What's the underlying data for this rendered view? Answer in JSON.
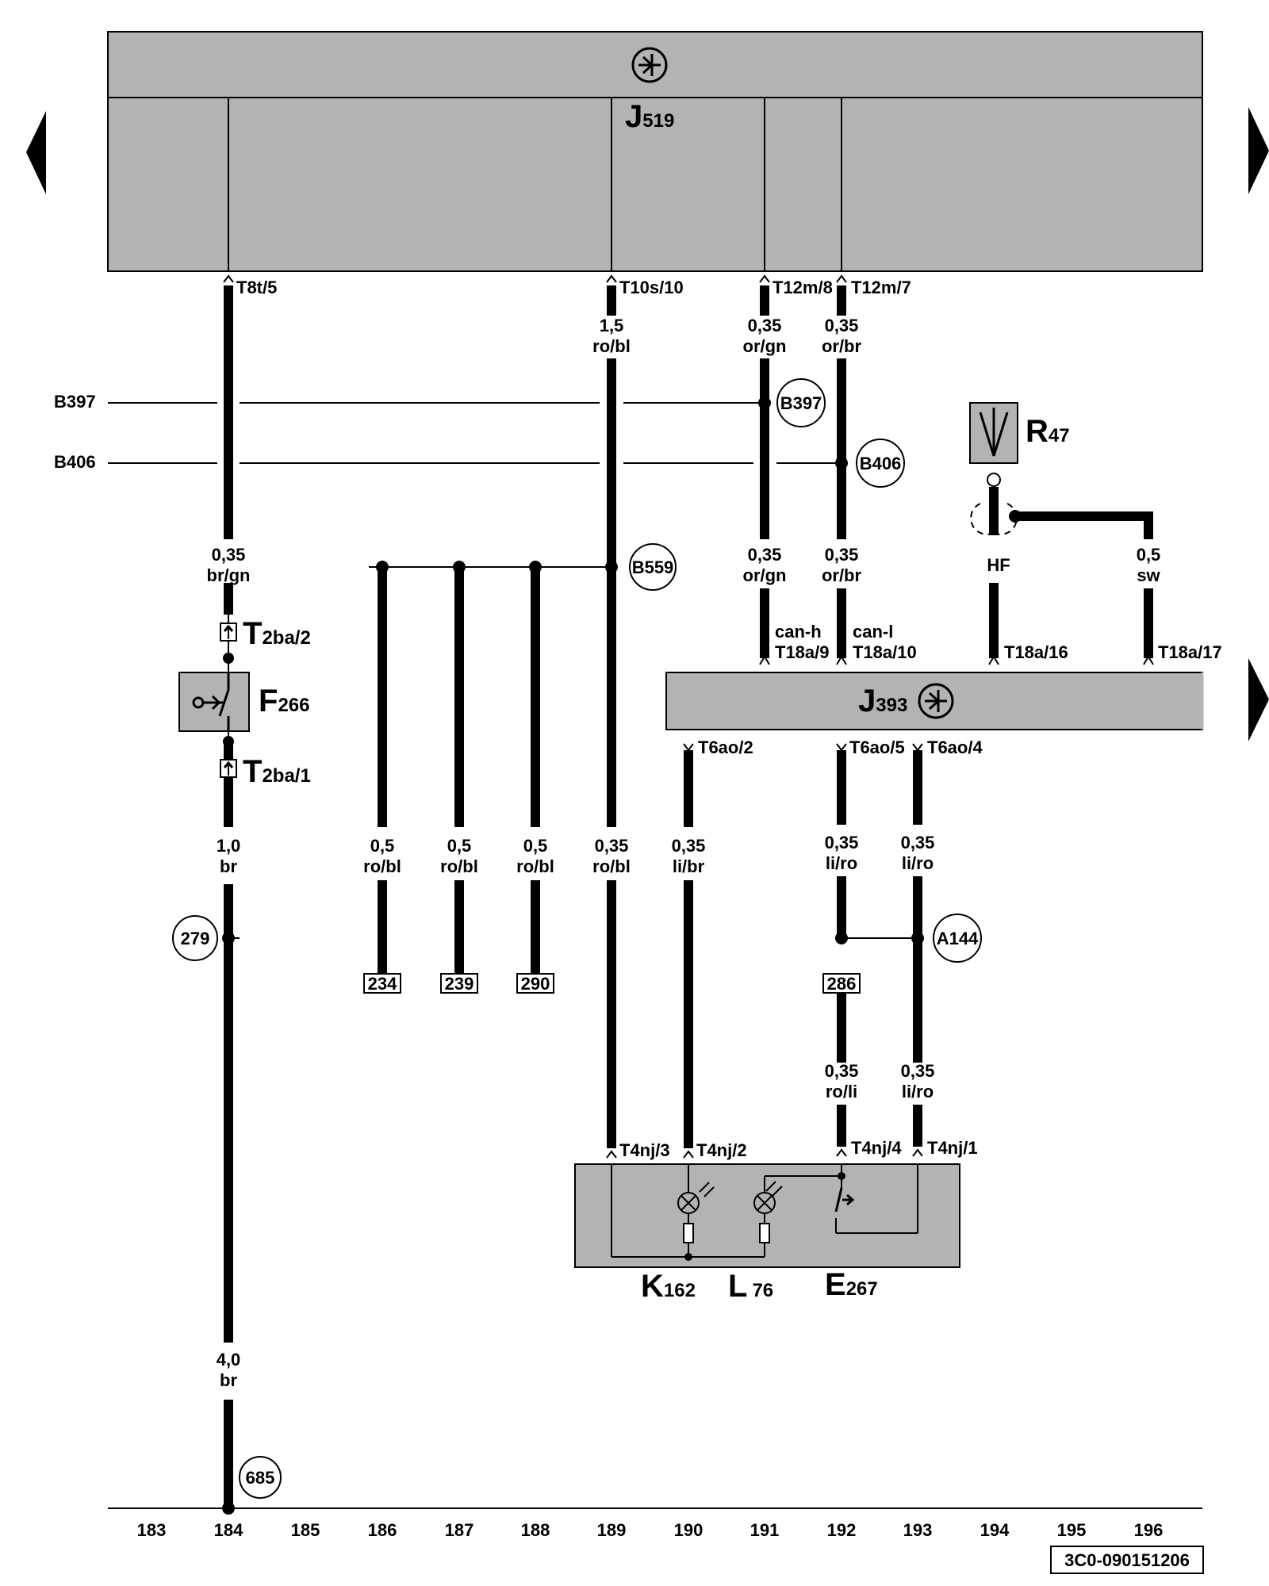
{
  "units": {
    "j519": {
      "letter": "J",
      "sub": "519"
    },
    "j393": {
      "letter": "J",
      "sub": "393"
    },
    "r47": {
      "letter": "R",
      "sub": "47"
    },
    "f266": {
      "letter": "F",
      "sub": "266"
    },
    "k162": {
      "letter": "K",
      "sub": "162"
    },
    "l76": {
      "letter": "L",
      "sub": "76"
    },
    "e267": {
      "letter": "E",
      "sub": "267"
    },
    "t2ba2": {
      "letter": "T",
      "sub": "2ba/2"
    },
    "t2ba1": {
      "letter": "T",
      "sub": "2ba/1"
    }
  },
  "bus_labels": {
    "b397": "B397",
    "b406": "B406"
  },
  "pins": {
    "t8t5": "T8t/5",
    "t10s10": "T10s/10",
    "t12m8": "T12m/8",
    "t12m7": "T12m/7",
    "t18a9": "T18a/9",
    "t18a10": "T18a/10",
    "t18a16": "T18a/16",
    "t18a17": "T18a/17",
    "t6ao2": "T6ao/2",
    "t6ao5": "T6ao/5",
    "t6ao4": "T6ao/4",
    "t4nj3": "T4nj/3",
    "t4nj2": "T4nj/2",
    "t4nj4": "T4nj/4",
    "t4nj1": "T4nj/1"
  },
  "signals": {
    "canh": "can-h",
    "canl": "can-l"
  },
  "wires": {
    "w184a": {
      "size": "0,35",
      "color": "br/gn"
    },
    "w184b": {
      "size": "1,0",
      "color": "br"
    },
    "w184c": {
      "size": "4,0",
      "color": "br"
    },
    "w189a": {
      "size": "1,5",
      "color": "ro/bl"
    },
    "w189b": {
      "size": "0,35",
      "color": "ro/bl"
    },
    "w186": {
      "size": "0,5",
      "color": "ro/bl"
    },
    "w187": {
      "size": "0,5",
      "color": "ro/bl"
    },
    "w188": {
      "size": "0,5",
      "color": "ro/bl"
    },
    "w191a": {
      "size": "0,35",
      "color": "or/gn"
    },
    "w191b": {
      "size": "0,35",
      "color": "or/gn"
    },
    "w192a": {
      "size": "0,35",
      "color": "or/br"
    },
    "w192b": {
      "size": "0,35",
      "color": "or/br"
    },
    "w194": {
      "size": "HF"
    },
    "w196": {
      "size": "0,5",
      "color": "sw"
    },
    "w190": {
      "size": "0,35",
      "color": "li/br"
    },
    "w192c": {
      "size": "0,35",
      "color": "li/ro"
    },
    "w193a": {
      "size": "0,35",
      "color": "li/ro"
    },
    "w192d": {
      "size": "0,35",
      "color": "ro/li"
    },
    "w193b": {
      "size": "0,35",
      "color": "li/ro"
    }
  },
  "nodes": {
    "b397": "B397",
    "b406": "B406",
    "b559": "B559",
    "a144": "A144",
    "n279": "279",
    "n685": "685"
  },
  "refs": {
    "r234": "234",
    "r239": "239",
    "r290": "290",
    "r286": "286"
  },
  "columns": [
    "183",
    "184",
    "185",
    "186",
    "187",
    "188",
    "189",
    "190",
    "191",
    "192",
    "193",
    "194",
    "195",
    "196"
  ],
  "doc_id": "3C0-090151206"
}
